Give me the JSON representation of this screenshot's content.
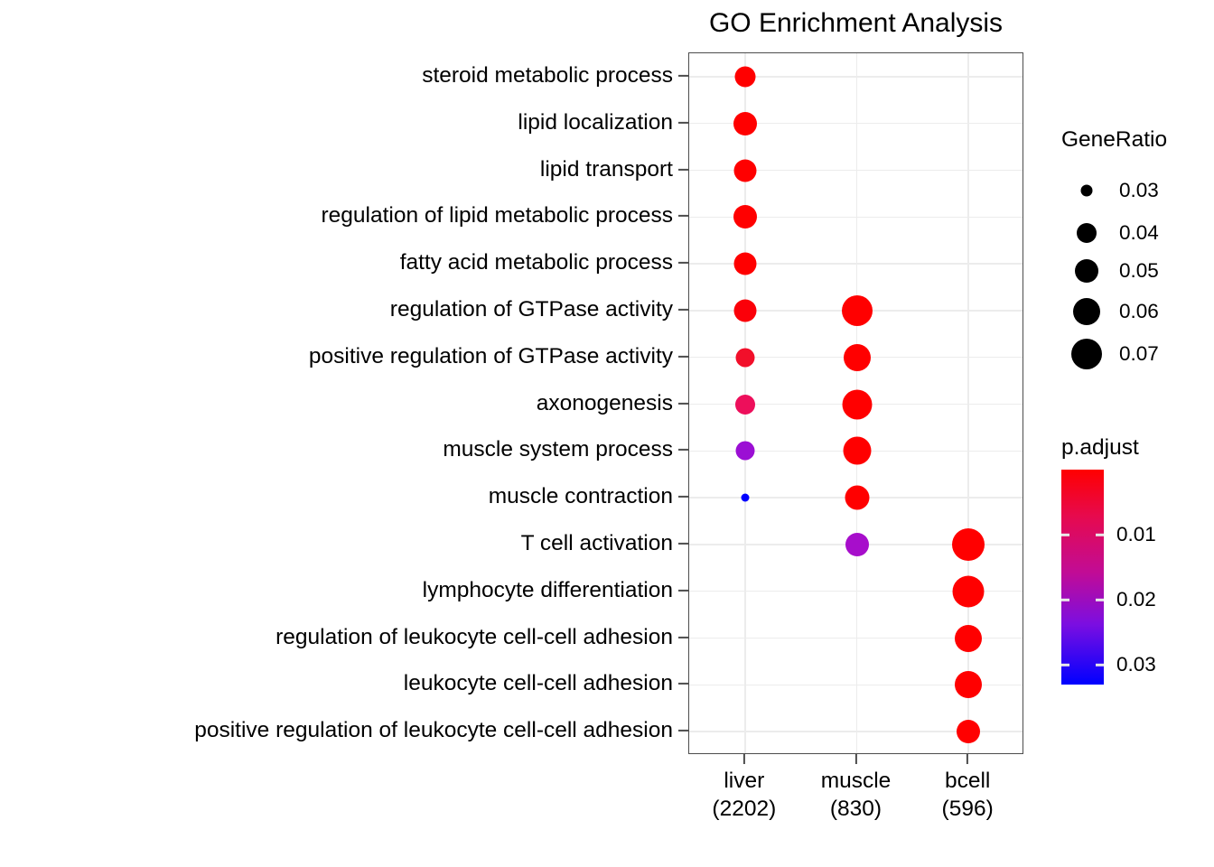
{
  "chart_data": {
    "type": "scatter",
    "subtype": "dotplot",
    "title": "GO Enrichment Analysis",
    "xlabel": "",
    "ylabel": "",
    "grid": true,
    "categories_x": [
      {
        "name": "liver",
        "count": "(2202)",
        "label_line1": "liver",
        "label_line2": "(2202)"
      },
      {
        "name": "muscle",
        "count": "(830)",
        "label_line1": "muscle",
        "label_line2": "(830)"
      },
      {
        "name": "bcell",
        "count": "(596)",
        "label_line1": "bcell",
        "label_line2": "(596)"
      }
    ],
    "categories_y": [
      "steroid metabolic process",
      "lipid localization",
      "lipid transport",
      "regulation of lipid metabolic process",
      "fatty acid metabolic process",
      "regulation of GTPase activity",
      "positive regulation of GTPase activity",
      "axonogenesis",
      "muscle system process",
      "muscle contraction",
      "T cell activation",
      "lymphocyte differentiation",
      "regulation of leukocyte cell-cell adhesion",
      "leukocyte cell-cell adhesion",
      "positive regulation of leukocyte cell-cell adhesion"
    ],
    "size_legend": {
      "title": "GeneRatio",
      "values": [
        0.03,
        0.04,
        0.05,
        0.06,
        0.07
      ],
      "labels": [
        "0.03",
        "0.04",
        "0.05",
        "0.06",
        "0.07"
      ]
    },
    "color_legend": {
      "title": "p.adjust",
      "ticks": [
        0.01,
        0.02,
        0.03
      ],
      "tick_labels": [
        "0.01",
        "0.02",
        "0.03"
      ],
      "low_color": "#ff0000",
      "high_color": "#0000ff",
      "range": [
        0.0,
        0.033
      ]
    },
    "points": [
      {
        "x": "liver",
        "y": "steroid metabolic process",
        "gene_ratio": 0.038,
        "p_adjust": 0.002,
        "color": "#ff0000",
        "diameter": 23
      },
      {
        "x": "liver",
        "y": "lipid localization",
        "gene_ratio": 0.044,
        "p_adjust": 0.002,
        "color": "#ff0000",
        "diameter": 26
      },
      {
        "x": "liver",
        "y": "lipid transport",
        "gene_ratio": 0.042,
        "p_adjust": 0.002,
        "color": "#ff0000",
        "diameter": 25
      },
      {
        "x": "liver",
        "y": "regulation of lipid metabolic process",
        "gene_ratio": 0.043,
        "p_adjust": 0.002,
        "color": "#ff0000",
        "diameter": 26
      },
      {
        "x": "liver",
        "y": "fatty acid metabolic process",
        "gene_ratio": 0.042,
        "p_adjust": 0.003,
        "color": "#ff0000",
        "diameter": 25
      },
      {
        "x": "liver",
        "y": "regulation of GTPase activity",
        "gene_ratio": 0.042,
        "p_adjust": 0.004,
        "color": "#fb0009",
        "diameter": 25
      },
      {
        "x": "liver",
        "y": "positive regulation of GTPase activity",
        "gene_ratio": 0.035,
        "p_adjust": 0.006,
        "color": "#f20f2a",
        "diameter": 21
      },
      {
        "x": "liver",
        "y": "axonogenesis",
        "gene_ratio": 0.036,
        "p_adjust": 0.009,
        "color": "#ed0f5b",
        "diameter": 22
      },
      {
        "x": "liver",
        "y": "muscle system process",
        "gene_ratio": 0.035,
        "p_adjust": 0.021,
        "color": "#9b0fd4",
        "diameter": 21
      },
      {
        "x": "liver",
        "y": "muscle contraction",
        "gene_ratio": 0.029,
        "p_adjust": 0.033,
        "color": "#0000ff",
        "diameter": 9
      },
      {
        "x": "muscle",
        "y": "regulation of GTPase activity",
        "gene_ratio": 0.064,
        "p_adjust": 0.002,
        "color": "#ff0000",
        "diameter": 34
      },
      {
        "x": "muscle",
        "y": "positive regulation of GTPase activity",
        "gene_ratio": 0.056,
        "p_adjust": 0.003,
        "color": "#ff0000",
        "diameter": 30
      },
      {
        "x": "muscle",
        "y": "axonogenesis",
        "gene_ratio": 0.062,
        "p_adjust": 0.003,
        "color": "#ff0000",
        "diameter": 33
      },
      {
        "x": "muscle",
        "y": "muscle system process",
        "gene_ratio": 0.058,
        "p_adjust": 0.003,
        "color": "#ff0000",
        "diameter": 31
      },
      {
        "x": "muscle",
        "y": "muscle contraction",
        "gene_ratio": 0.049,
        "p_adjust": 0.004,
        "color": "#ff0000",
        "diameter": 27
      },
      {
        "x": "muscle",
        "y": "T cell activation",
        "gene_ratio": 0.047,
        "p_adjust": 0.02,
        "color": "#a70ecb",
        "diameter": 26
      },
      {
        "x": "bcell",
        "y": "T cell activation",
        "gene_ratio": 0.069,
        "p_adjust": 0.001,
        "color": "#ff0000",
        "diameter": 36
      },
      {
        "x": "bcell",
        "y": "lymphocyte differentiation",
        "gene_ratio": 0.067,
        "p_adjust": 0.001,
        "color": "#ff0000",
        "diameter": 35
      },
      {
        "x": "bcell",
        "y": "regulation of leukocyte cell-cell adhesion",
        "gene_ratio": 0.055,
        "p_adjust": 0.002,
        "color": "#ff0000",
        "diameter": 30
      },
      {
        "x": "bcell",
        "y": "leukocyte cell-cell adhesion",
        "gene_ratio": 0.056,
        "p_adjust": 0.002,
        "color": "#ff0000",
        "diameter": 30
      },
      {
        "x": "bcell",
        "y": "positive regulation of leukocyte cell-cell adhesion",
        "gene_ratio": 0.047,
        "p_adjust": 0.002,
        "color": "#ff0000",
        "diameter": 26
      }
    ]
  }
}
